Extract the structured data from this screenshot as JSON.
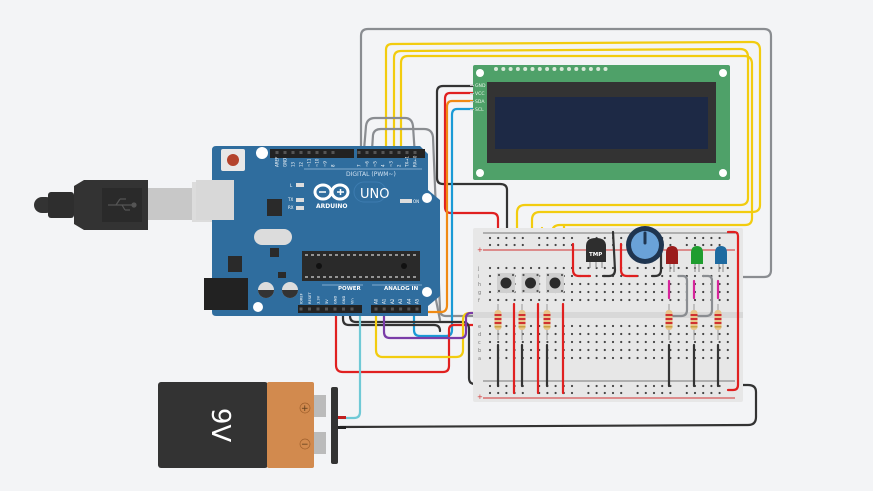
{
  "app": {
    "view": "circuit-canvas"
  },
  "arduino": {
    "brand": "ARDUINO",
    "model": "UNO",
    "digital_header_label": "DIGITAL (PWM~)",
    "power_header_label": "POWER",
    "analog_header_label": "ANALOG IN",
    "on_label": "ON",
    "led_labels": [
      "L",
      "TX",
      "RX"
    ],
    "digital_pins": [
      "AREF",
      "GND",
      "13",
      "12",
      "~11",
      "~10",
      "~9",
      "8",
      "7",
      "~6",
      "~5",
      "4",
      "~3",
      "2",
      "TX→1",
      "RX←0"
    ],
    "power_pins": [
      "IOREF",
      "RESET",
      "3.3V",
      "5V",
      "GND",
      "GND",
      "Vin"
    ],
    "analog_pins": [
      "A0",
      "A1",
      "A2",
      "A3",
      "A4",
      "A5"
    ]
  },
  "lcd": {
    "pin_labels": [
      "GND",
      "VCC",
      "SDA",
      "SCL"
    ],
    "type": "16x2 I2C LCD"
  },
  "battery": {
    "label": "9V",
    "plus_label": "+",
    "minus_label": "−"
  },
  "breadboard": {
    "row_labels_top": [
      "j",
      "i",
      "h",
      "g",
      "f"
    ],
    "row_labels_bottom": [
      "e",
      "d",
      "c",
      "b",
      "a"
    ],
    "rail_plus": "+",
    "rail_minus": "−"
  },
  "components": {
    "temp_sensor_label": "TMP",
    "leds": [
      {
        "name": "red-led",
        "color": "#9b1c1c"
      },
      {
        "name": "green-led",
        "color": "#1f9d2f"
      },
      {
        "name": "blue-led",
        "color": "#1e6aa0"
      }
    ],
    "buttons_count": 3,
    "resistors_count": 6
  },
  "colors": {
    "board_blue": "#2f6d9e",
    "lcd_green": "#4fa169",
    "lcd_screen": "#1d2945",
    "wire_red": "#e02020",
    "wire_black": "#333333",
    "wire_yellow": "#f2cc0f",
    "wire_grey": "#8a8d91",
    "wire_orange": "#f08a14",
    "wire_blue": "#1a9ad6",
    "wire_cyan": "#6fc9d6",
    "wire_purple": "#7a3ca8",
    "wire_pink": "#d6259b"
  }
}
